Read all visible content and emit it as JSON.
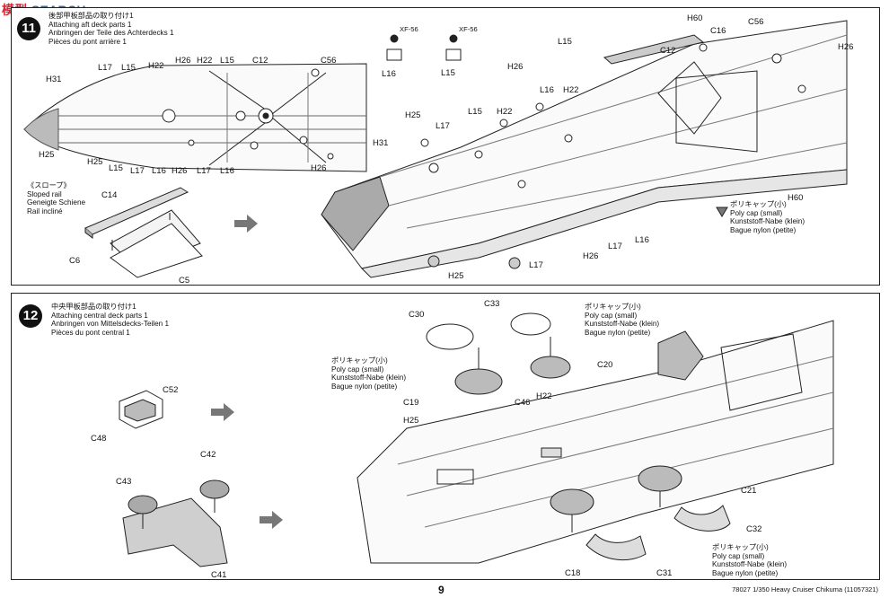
{
  "watermark": {
    "cn": "模型",
    "en": "SEARCH"
  },
  "step11": {
    "number": "11",
    "title": [
      "後部甲板部品の取り付け1",
      "Attaching aft deck parts 1",
      "Anbringen der Teile des Achterdecks 1",
      "Pièces du pont arrière 1"
    ],
    "sloped_rail": [
      "《スロープ》",
      "Sloped rail",
      "Geneigte Schiene",
      "Rail incliné"
    ],
    "deck_labels": {
      "H31": "H31",
      "L17a": "L17",
      "L15a": "L15",
      "H22a": "H22",
      "H26a": "H26",
      "H22b": "H22",
      "L15b": "L15",
      "C12": "C12",
      "C56": "C56",
      "H25": "H25",
      "H25b": "H25",
      "L15c": "L15",
      "L17b": "L17",
      "L16a": "L16",
      "H26b": "H26",
      "L17c": "L17",
      "L16b": "L16",
      "H26c": "H26"
    },
    "rail_labels": {
      "C14": "C14",
      "C6": "C6",
      "C5": "C5"
    },
    "tool_labels": {
      "xf1": "XF-56",
      "xf2": "XF-56",
      "L16": "L16",
      "L15": "L15"
    },
    "hull_labels": {
      "L15a": "L15",
      "H60a": "H60",
      "C56": "C56",
      "C16": "C16",
      "C12": "C12",
      "H26r": "H26",
      "H26": "H26",
      "H22": "H22",
      "L16a": "L16",
      "H22b": "H22",
      "L15b": "L15",
      "H25": "H25",
      "L17": "L17",
      "H31": "H31",
      "H60b": "H60",
      "L17b": "L17",
      "L16b": "L16",
      "H26b": "H26",
      "H25b": "H25",
      "L17c": "L17"
    },
    "polycap": [
      "ポリキャップ(小)",
      "Poly cap (small)",
      "Kunststoff-Nabe (klein)",
      "Bague nylon (petite)"
    ]
  },
  "step12": {
    "number": "12",
    "title": [
      "中央甲板部品の取り付け1",
      "Attaching central deck parts 1",
      "Anbringen von Mittelsdecks-Teilen 1",
      "Pièces du pont central 1"
    ],
    "left_labels": {
      "C52": "C52",
      "C48": "C48",
      "C43": "C43",
      "C42": "C42",
      "C41": "C41"
    },
    "main_labels": {
      "C30": "C30",
      "C33": "C33",
      "C20": "C20",
      "C19": "C19",
      "C46": "C46",
      "H22": "H22",
      "H25": "H25",
      "C21": "C21",
      "C32": "C32",
      "C18": "C18",
      "C31": "C31"
    },
    "polycap_a": [
      "ポリキャップ(小)",
      "Poly cap (small)",
      "Kunststoff-Nabe (klein)",
      "Bague nylon (petite)"
    ],
    "polycap_b": [
      "ポリキャップ(小)",
      "Poly cap (small)",
      "Kunststoff-Nabe (klein)",
      "Bague nylon (petite)"
    ],
    "polycap_c": [
      "ポリキャップ(小)",
      "Poly cap (small)",
      "Kunststoff-Nabe (klein)",
      "Bague nylon (petite)"
    ]
  },
  "footer": {
    "page": "9",
    "code": "78027 1/350 Heavy Cruiser Chikuma (11057321)"
  }
}
